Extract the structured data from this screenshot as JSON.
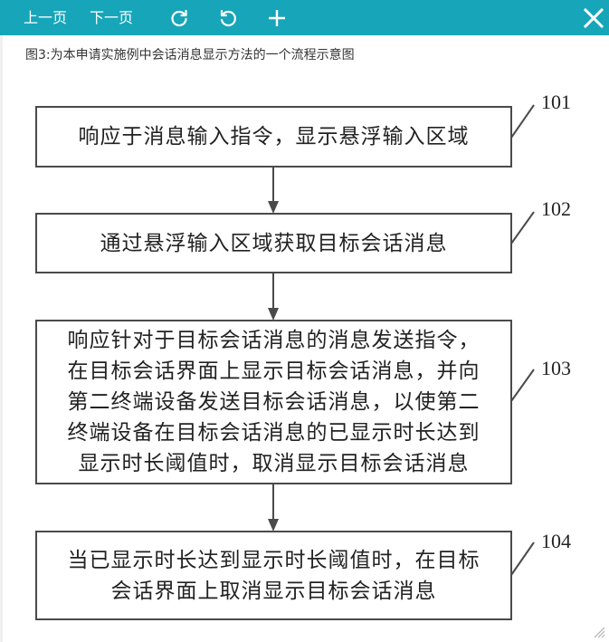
{
  "toolbar": {
    "prev_page": "上一页",
    "next_page": "下一页",
    "icons": [
      "rotate-clockwise-icon",
      "rotate-counterclockwise-icon",
      "zoom-in-plus-icon",
      "close-icon"
    ],
    "accent_color": "#16a5b9"
  },
  "caption": "图3:为本申请实施例中会话消息显示方法的一个流程示意图",
  "flowchart": {
    "steps": [
      {
        "id": "101",
        "text": "响应于消息输入指令，显示悬浮输入区域"
      },
      {
        "id": "102",
        "text": "通过悬浮输入区域获取目标会话消息"
      },
      {
        "id": "103",
        "text": "响应针对于目标会话消息的消息发送指令，\n在目标会话界面上显示目标会话消息，并向\n第二终端设备发送目标会话消息，以使第二\n终端设备在目标会话消息的已显示时长达到\n显示时长阈值时，取消显示目标会话消息"
      },
      {
        "id": "104",
        "text": "当已显示时长达到显示时长阈值时，在目标\n会话界面上取消显示目标会话消息"
      }
    ]
  }
}
